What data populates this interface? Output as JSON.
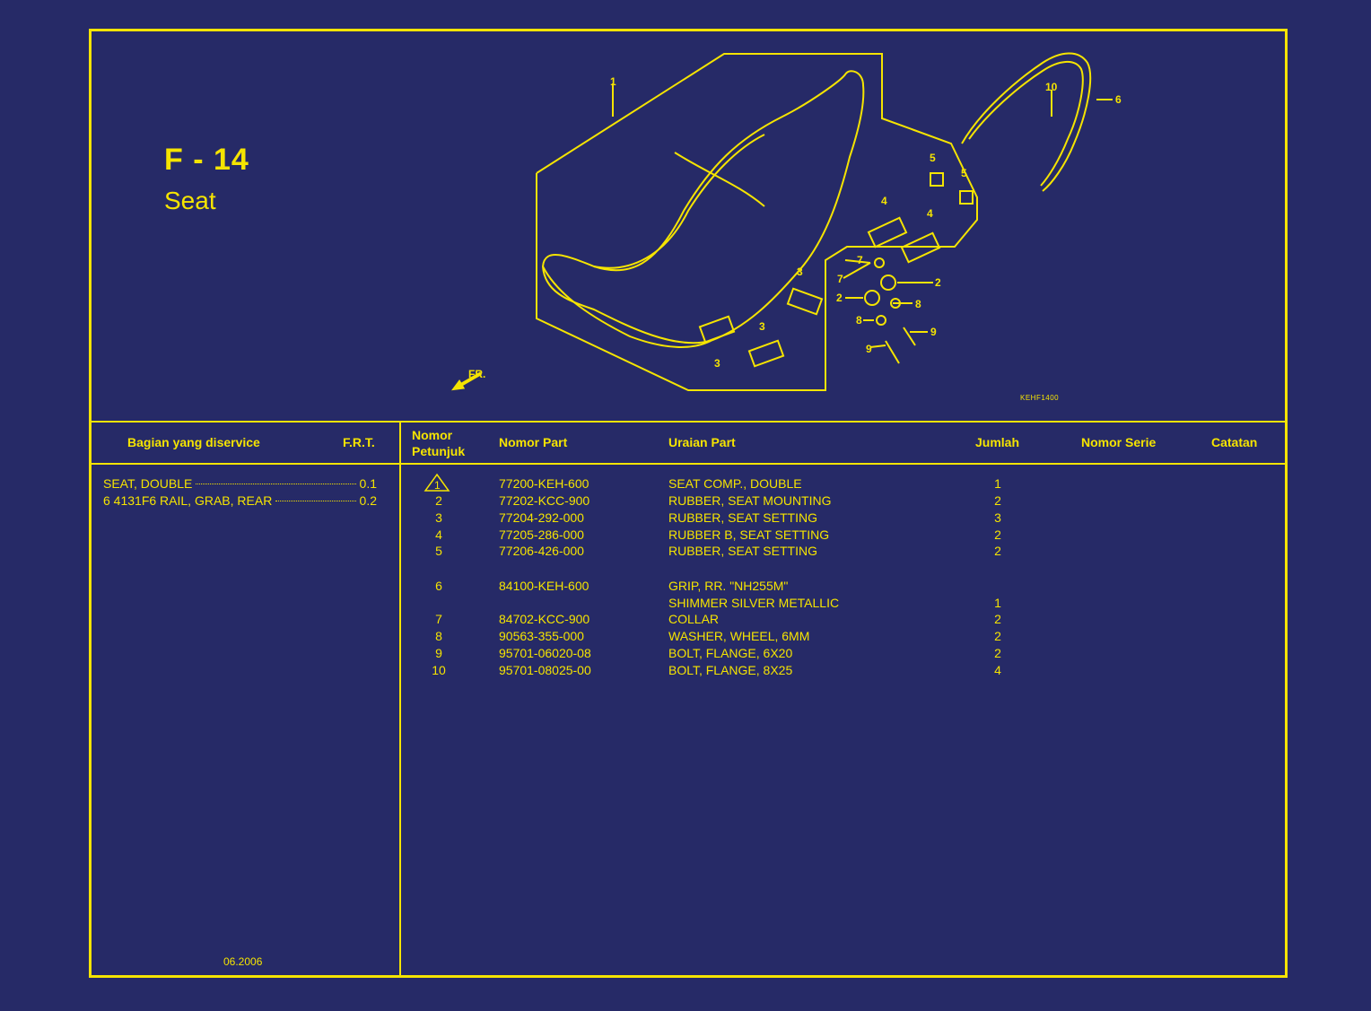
{
  "header": {
    "code": "F - 14",
    "title": "Seat",
    "diagram_ref": "KEHF1400"
  },
  "callouts": [
    "1",
    "2",
    "2",
    "3",
    "3",
    "3",
    "4",
    "4",
    "5",
    "5",
    "6",
    "7",
    "7",
    "8",
    "8",
    "9",
    "9",
    "10"
  ],
  "front_marker": "FR.",
  "service": {
    "headers": {
      "section": "Bagian yang diservice",
      "frt": "F.R.T."
    },
    "items": [
      {
        "name": "SEAT, DOUBLE",
        "frt": "0.1"
      },
      {
        "name": "6 4131F6 RAIL, GRAB, REAR",
        "frt": "0.2"
      }
    ],
    "date": "06.2006"
  },
  "parts": {
    "headers": {
      "ref": "Nomor Petunjuk",
      "part_no": "Nomor Part",
      "desc": "Uraian Part",
      "qty": "Jumlah",
      "serial": "Nomor Serie",
      "notes": "Catatan"
    },
    "rows": [
      {
        "ref": "1",
        "part_no": "77200-KEH-600",
        "desc": "SEAT COMP., DOUBLE",
        "qty": "1",
        "warning": true
      },
      {
        "ref": "2",
        "part_no": "77202-KCC-900",
        "desc": "RUBBER, SEAT MOUNTING",
        "qty": "2"
      },
      {
        "ref": "3",
        "part_no": "77204-292-000",
        "desc": "RUBBER, SEAT SETTING",
        "qty": "3"
      },
      {
        "ref": "4",
        "part_no": "77205-286-000",
        "desc": "RUBBER B, SEAT SETTING",
        "qty": "2"
      },
      {
        "ref": "5",
        "part_no": "77206-426-000",
        "desc": "RUBBER, SEAT SETTING",
        "qty": "2"
      },
      {
        "ref": "6",
        "part_no": "84100-KEH-600",
        "desc": "GRIP, RR. \"NH255M\"",
        "qty": ""
      },
      {
        "ref": "",
        "part_no": "",
        "desc": "SHIMMER SILVER METALLIC",
        "qty": "1"
      },
      {
        "ref": "7",
        "part_no": "84702-KCC-900",
        "desc": "COLLAR",
        "qty": "2"
      },
      {
        "ref": "8",
        "part_no": "90563-355-000",
        "desc": "WASHER, WHEEL, 6MM",
        "qty": "2"
      },
      {
        "ref": "9",
        "part_no": "95701-06020-08",
        "desc": "BOLT, FLANGE, 6X20",
        "qty": "2"
      },
      {
        "ref": "10",
        "part_no": "95701-08025-00",
        "desc": "BOLT, FLANGE, 8X25",
        "qty": "4"
      }
    ]
  }
}
